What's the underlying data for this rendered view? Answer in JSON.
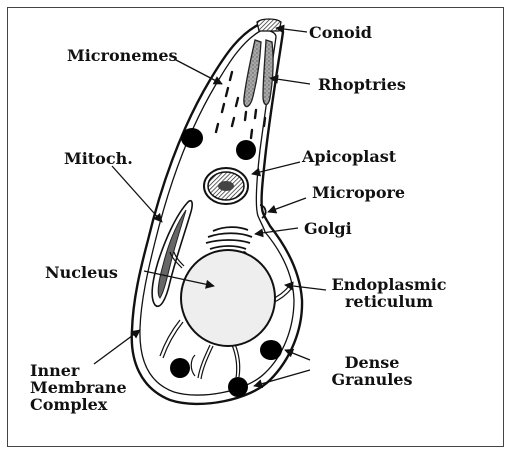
{
  "diagram": {
    "labels": {
      "conoid": "Conoid",
      "micronemes": "Micronemes",
      "rhoptries": "Rhoptries",
      "mitoch": "Mitoch.",
      "apicoplast": "Apicoplast",
      "micropore": "Micropore",
      "golgi": "Golgi",
      "nucleus": "Nucleus",
      "er_line1": "Endoplasmic",
      "er_line2": "reticulum",
      "imc_line1": "Inner",
      "imc_line2": "Membrane",
      "imc_line3": "Complex",
      "dense_line1": "Dense",
      "dense_line2": "Granules"
    }
  },
  "colors": {
    "outline": "#111111",
    "nucleus_fill": "#eeeeee",
    "organelle_fill": "#9a9a9a",
    "granule_fill": "#000000"
  }
}
